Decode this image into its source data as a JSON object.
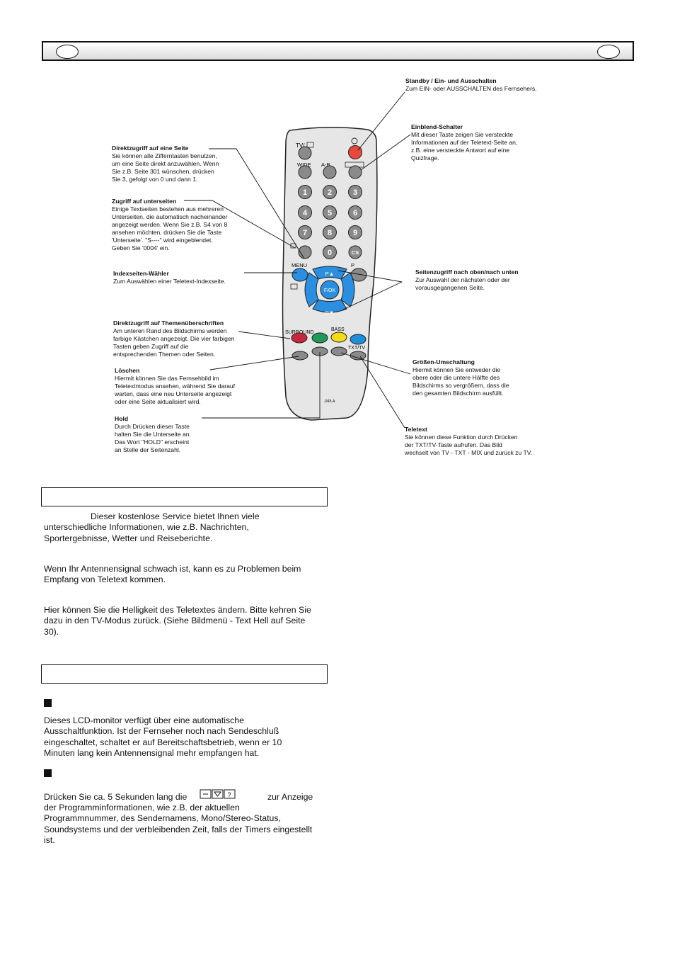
{
  "annotations": {
    "standby": {
      "title": "Standby / Ein- und Ausschalten",
      "body": "Zum EIN- oder AUSSCHALTEN des Fernsehers."
    },
    "einblend": {
      "title": "Einblend-Schalter",
      "body": "Mit dieser Taste zeigen Sie versteckte\nInformationen auf der Teletext-Seite an,\n z.B. eine versteckte Antwort auf eine\nQuizfrage."
    },
    "direktzugriff_seite": {
      "title": "Direktzugriff auf eine Seite",
      "body": "Sie können alle Zifferntasten benutzen,\num eine Seite direkt anzuwählen. Wenn\nSie z.B. Seite 301 wünschen, drücken\nSie 3, gefolgt von 0 und dann 1."
    },
    "unterseiten": {
      "title": "Zugriff auf unterseiten",
      "body": "Einige Textseiten bestehen aus mehreren\nUnterseiten, die automatisch nacheinander\nangezeigt werden. Wenn Sie z.B. S4 von 8\nansehen möchten, drücken Sie die Taste\n'Unterseite'.  \"S----\" wird eingeblendet.\nGeben Sie '0004' ein."
    },
    "index": {
      "title": "Indexseiten-Wähler",
      "body": "Zum Auswählen einer Teletext-Indexseite."
    },
    "seitenzugriff": {
      "title": "Seitenzugriff nach oben/nach unten",
      "body": "Zur Auswahl der nächsten oder der\nvorausgegangenen Seite."
    },
    "themen": {
      "title": "Direktzugriff auf Themenüberschriften",
      "body": "Am unteren Rand des Bildschirms werden\nfarbige Kästchen angezeigt. Die vier farbigen\nTasten geben Zugriff auf die\nentsprechenden Themen oder Seiten."
    },
    "groessen": {
      "title": "Größen-Umschaltung",
      "body": "Hiermit können Sie entweder die\nobere oder die untere Hälfte des\nBildschirms so vergrößern, dass die\nden gesamten Bildschirm ausfüllt."
    },
    "loeschen": {
      "title": "Löschen",
      "body": "Hiermit können Sie das Fernsehbild im\nTeletextmodus ansehen, während Sie darauf\nwarten, dass eine neu Unterseite angezeigt\noder eine Seite aktualisiert wird."
    },
    "hold": {
      "title": "Hold",
      "body": "Durch Drücken dieser Taste\nhalten Sie die Unterseite an.\nDas Wort \"HOLD\" erscheint\nan Stelle der Seitenzahl."
    },
    "teletext": {
      "title": "Teletext",
      "body": "Sie können diese Funktion durch Drücken\nder TXT/TV-Taste aufrufen. Das Bild\nwechselt von TV - TXT - MIX und zurück zu TV."
    }
  },
  "remote": {
    "tv_label": "TV/",
    "wide_label": "WIDE",
    "ab_label": "A-B",
    "digits": [
      "1",
      "2",
      "3",
      "4",
      "5",
      "6",
      "7",
      "8",
      "9",
      "0"
    ],
    "cs_label": "CS",
    "menu_label": "MENU",
    "pp_label": "P",
    "p_up": "P▲",
    "p_down": "P▼",
    "fok_label": "F/OK",
    "surround_label": "SURROUND",
    "bass_label": "BASS",
    "txttv_label": "TXT/TV",
    "model_label": "JXPLA",
    "colors": {
      "body": "#e6e6e6",
      "standby": "#e8473b",
      "red": "#c8283c",
      "green": "#1f9a5a",
      "yellow": "#f2dc1a",
      "blue": "#1f8ed8",
      "grey_btn": "#8a8a8a",
      "nav": "#2a8fe0"
    }
  },
  "sections": {
    "teletext_intro": "Dieser kostenlose Service bietet Ihnen viele\nunterschiedliche Informationen, wie z.B. Nachrichten,\nSportergebnisse, Wetter und Reiseberichte.",
    "antenna": "Wenn Ihr Antennensignal schwach ist, kann es zu Problemen beim\nEmpfang von Teletext kommen.",
    "brightness": "Hier können Sie die Helligkeit des Teletextes ändern. Bitte kehren Sie\ndazu in den TV-Modus zurück. (Siehe Bildmenü - Text Hell auf Seite\n30).",
    "auto_off": "Dieses LCD-monitor verfügt über eine automatische\nAusschaltfunktion.  Ist der Fernseher noch nach Sendeschluß\neingeschaltet, schaltet er auf Bereitschaftsbetrieb, wenn er 10\nMinuten lang kein Antennensignal mehr empfangen hat.",
    "info_prefix": "Drücken Sie ca. 5 Sekunden lang die",
    "info_suffix": "zur Anzeige",
    "info_rest": "der Programminformationen, wie z.B. der aktuellen\nProgrammnummer, des Sendernamens, Mono/Stereo-Status,\nSoundsystems und der verbleibenden Zeit, falls der Timers eingestellt\nist."
  }
}
